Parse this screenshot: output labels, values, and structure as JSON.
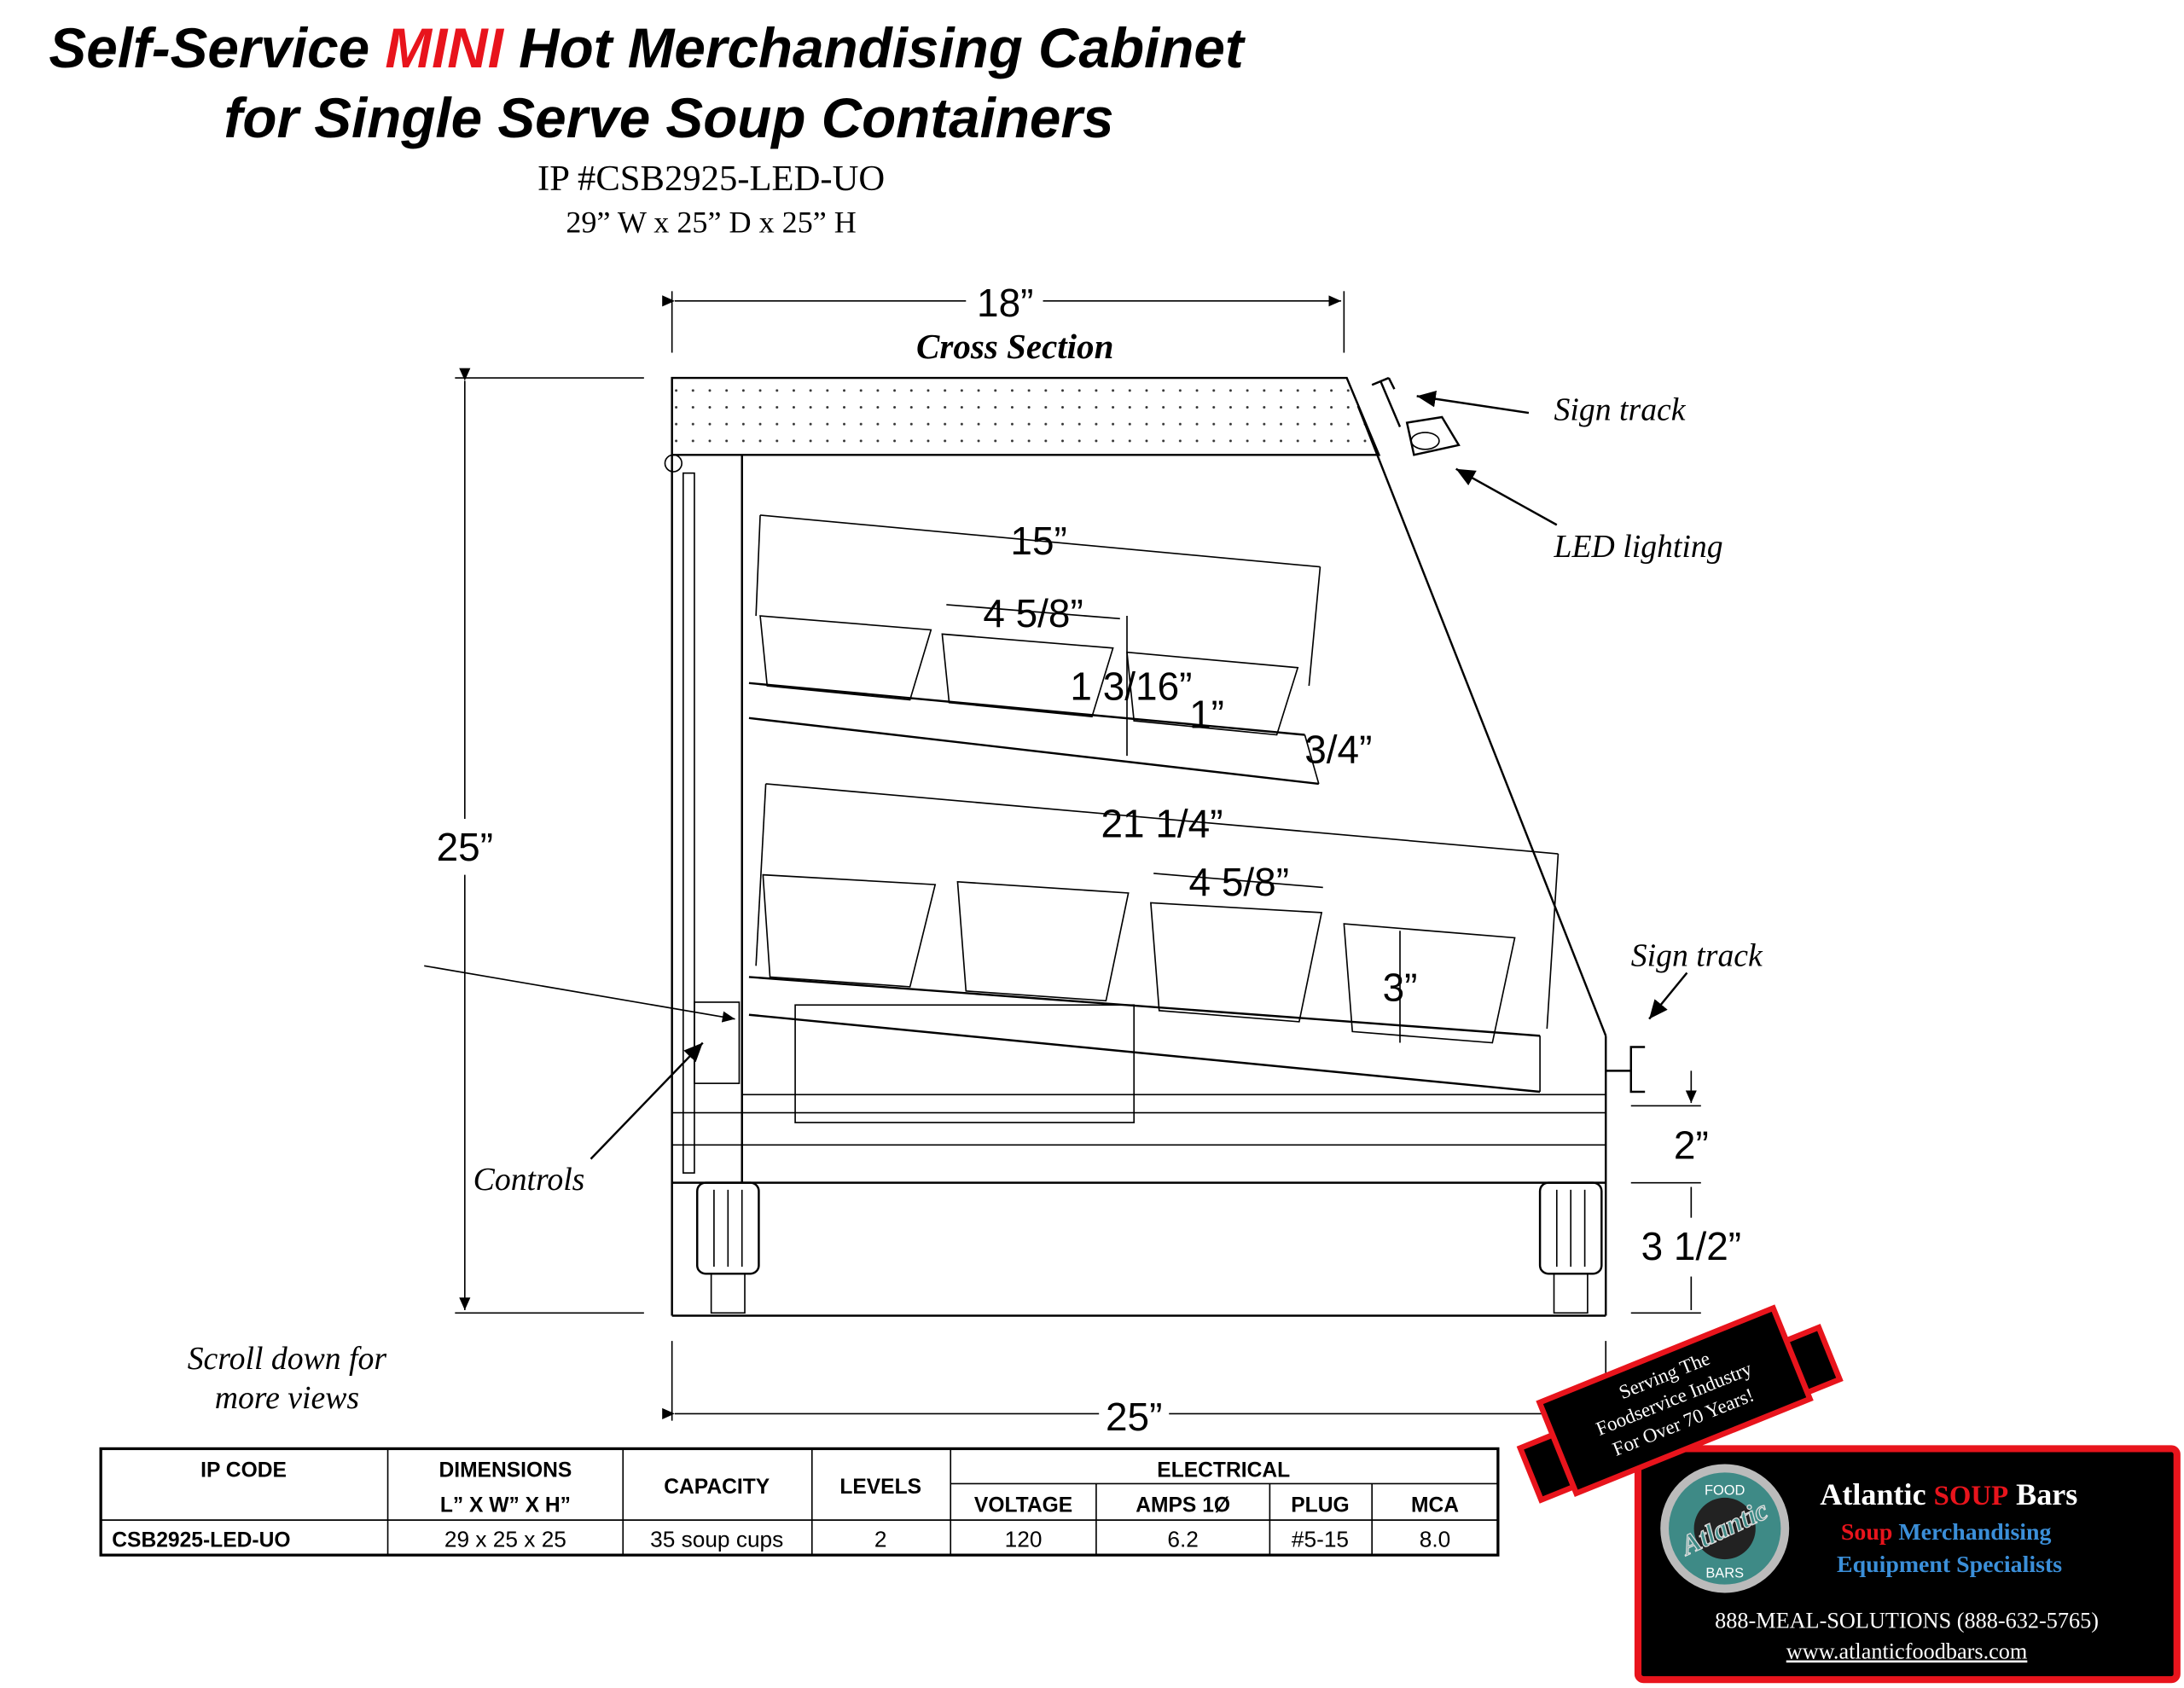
{
  "header": {
    "title_part1": "Self-Service ",
    "title_highlight": "MINI",
    "title_part2": " Hot Merchandising Cabinet",
    "title_line2": "for Single Serve Soup Containers",
    "ip_number": "IP #CSB2925-LED-UO",
    "dimensions": "29” W x 25” D x 25” H"
  },
  "drawing": {
    "section_title": "Cross Section",
    "dim_top_width": "18”",
    "dim_height": "25”",
    "dim_depth": "25”",
    "dim_upper_shelf": "15”",
    "dim_upper_cup": "4 5/8”",
    "dim_upper_cup_h": "1 3/16”",
    "dim_upper_lip": "1”",
    "dim_upper_edge": "3/4”",
    "dim_lower_shelf": "21 1/4”",
    "dim_lower_cup": "4 5/8”",
    "dim_lower_cup_h": "3”",
    "dim_base": "2”",
    "dim_legs": "3 1/2”",
    "labels": {
      "sign_track_top": "Sign track",
      "led_lighting": "LED lighting",
      "sign_track_bottom": "Sign track",
      "controls": "Controls"
    }
  },
  "note": {
    "line1": "Scroll down for",
    "line2": "more views"
  },
  "table": {
    "headers": {
      "ip_code": "IP CODE",
      "dimensions": "DIMENSIONS",
      "dimensions_sub": "L” X W” X H”",
      "capacity": "CAPACITY",
      "levels": "LEVELS",
      "electrical": "ELECTRICAL",
      "voltage": "VOLTAGE",
      "amps": "AMPS 1Ø",
      "plug": "PLUG",
      "mca": "MCA"
    },
    "row": {
      "ip_code": "CSB2925-LED-UO",
      "dimensions": "29 x 25 x 25",
      "capacity": "35 soup cups",
      "levels": "2",
      "voltage": "120",
      "amps": "6.2",
      "plug": "#5-15",
      "mca": "8.0"
    }
  },
  "logo": {
    "ribbon_line1": "Serving The",
    "ribbon_line2": "Foodservice Industry",
    "ribbon_line3": "For Over 70 Years!",
    "badge_top": "FOOD",
    "badge_name": "Atlantic",
    "badge_bottom": "BARS",
    "company_a": "Atlantic ",
    "company_overlay": "SOUP",
    "company_b": " Bars",
    "tagline_red": "Soup",
    "tagline_blue": " Merchandising",
    "tagline_line2": "Equipment Specialists",
    "phone": "888-MEAL-SOLUTIONS (888-632-5765)",
    "website": "www.atlanticfoodbars.com"
  },
  "colors": {
    "accent_red": "#e8141c",
    "logo_blue": "#3b8fd9",
    "badge_teal": "#3e8a86"
  }
}
